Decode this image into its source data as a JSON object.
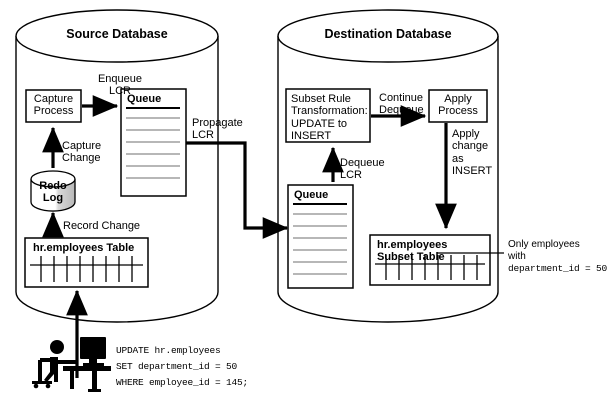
{
  "diagram": {
    "title_source": "Source Database",
    "title_destination": "Destination Database",
    "source": {
      "capture_process": "Capture\nProcess",
      "queue": "Queue",
      "redo_log": "Redo\nLog",
      "table": "hr.employees Table",
      "label_enqueue": "Enqueue\nLCR",
      "label_capture_change": "Capture\nChange",
      "label_record_change": "Record Change"
    },
    "destination": {
      "subset_rule": "Subset Rule\nTransformation:\nUPDATE to\nINSERT",
      "apply_process": "Apply\nProcess",
      "queue": "Queue",
      "subset_table": "hr.employees\nSubset Table",
      "label_continue_dequeue": "Continue\nDequeue",
      "label_dequeue": "Dequeue\nLCR",
      "label_apply_change": "Apply\nchange\nas\nINSERT"
    },
    "label_propagate": "Propagate\nLCR",
    "callout": {
      "line1": "Only employees",
      "line2": "with",
      "line3": "department_id = 50"
    },
    "sql": {
      "line1": "UPDATE hr.employees",
      "line2": "SET department_id = 50",
      "line3": "WHERE employee_id = 145;"
    },
    "colors": {
      "stroke": "#000000",
      "background": "#ffffff",
      "queue_line": "#8c8c8c",
      "redo_shade": "#c8c8c8"
    }
  }
}
